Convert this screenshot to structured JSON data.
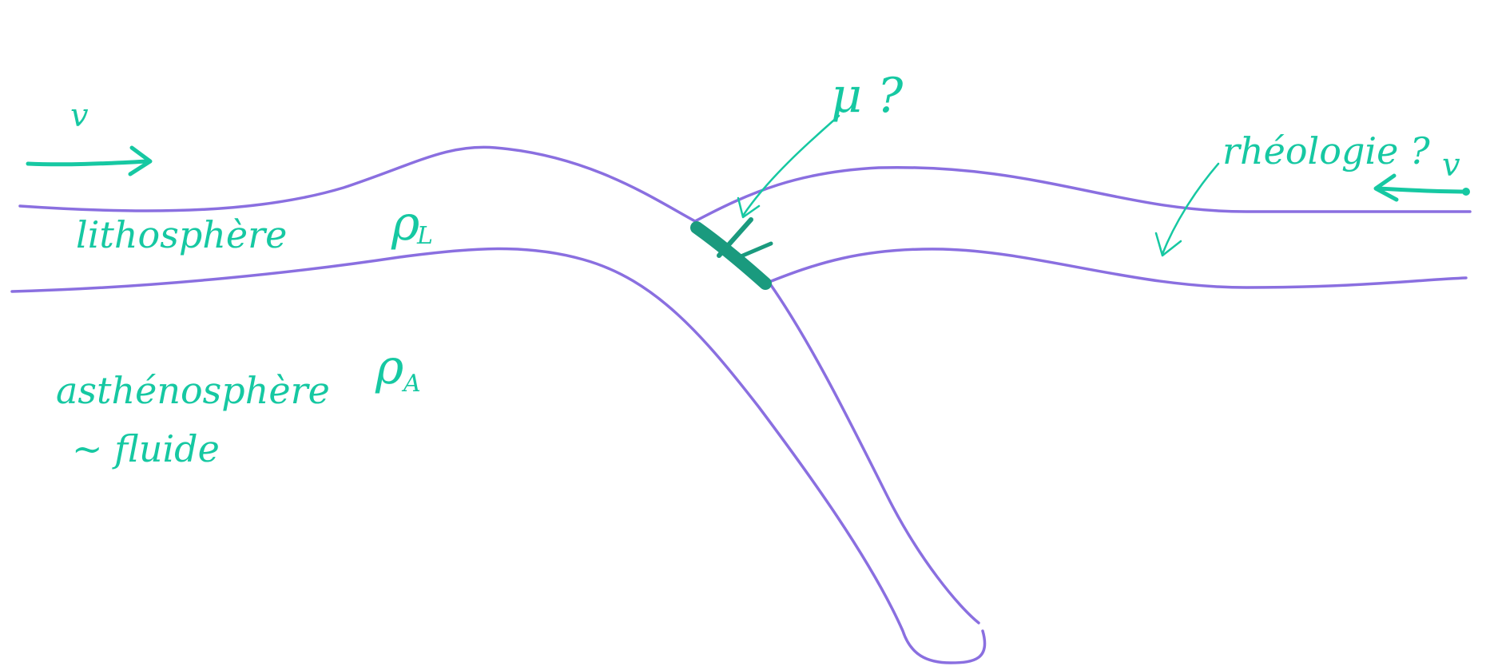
{
  "colors": {
    "plate_outline": "#8a6fe0",
    "annotation_ink": "#16c8a2",
    "fault_mark": "#1a9a7e",
    "background": "#ffffff"
  },
  "labels": {
    "velocity_left": "v",
    "velocity_right": "v",
    "lithosphere": "lithosphère",
    "asthenosphere": "asthénosphère",
    "fluid_note": "~ fluide",
    "rho_L_symbol": "ρ",
    "rho_L_sub": "L",
    "rho_A_symbol": "ρ",
    "rho_A_sub": "A",
    "friction": "μ ?",
    "rheology": "rhéologie ?"
  },
  "icons": {
    "left_arrow": "arrow-right-icon",
    "right_arrow": "arrow-left-icon",
    "friction_pointer": "pointer-arrow-icon",
    "rheology_pointer": "pointer-arrow-icon",
    "fault_contact": "fault-contact-icon"
  }
}
